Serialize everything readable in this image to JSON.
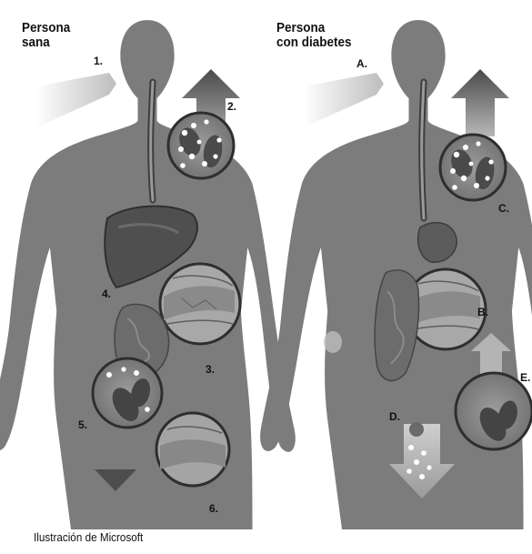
{
  "left_figure": {
    "title_line1": "Persona",
    "title_line2": "sana",
    "labels": [
      "1.",
      "2.",
      "3.",
      "4.",
      "5.",
      "6."
    ]
  },
  "right_figure": {
    "title_line1": "Persona",
    "title_line2": "con diabetes",
    "labels": [
      "A.",
      "B.",
      "C.",
      "D.",
      "E."
    ]
  },
  "credit": "Ilustración de Microsoft",
  "colors": {
    "body": "#7b7b7b",
    "body_dark": "#4a4a4a",
    "organ": "#5a5a5a",
    "circle_fill": "#8e8e8e",
    "arrow_light": "#c4c4c4",
    "arrow_dark": "#4d4d4d",
    "dot": "#ffffff"
  }
}
